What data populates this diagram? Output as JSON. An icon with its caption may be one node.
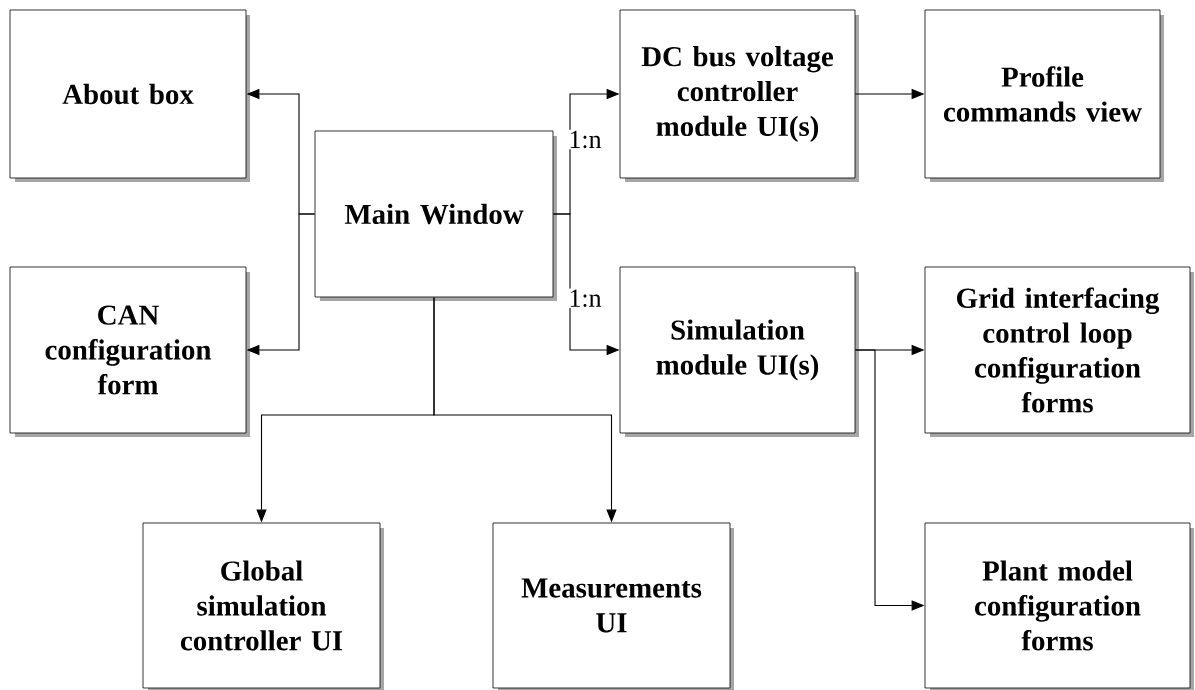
{
  "diagram": {
    "nodes": [
      {
        "text": [
          "About box"
        ]
      },
      {
        "text": [
          "CAN configuration form"
        ]
      },
      {
        "text": [
          "Main Window"
        ]
      },
      {
        "text": [
          "DC bus voltage controller module UI(s)"
        ]
      },
      {
        "text": [
          "Profile commands view"
        ]
      },
      {
        "text": [
          "Simulation module UI(s)"
        ]
      },
      {
        "text": [
          "Grid interfacing control loop configuration forms"
        ]
      },
      {
        "text": [
          "Global simulation controller UI"
        ]
      },
      {
        "text": [
          "Measurements UI"
        ]
      },
      {
        "text": [
          "Plant model configuration forms"
        ]
      }
    ],
    "edges": [
      {
        "from": 2,
        "to": 0,
        "arrow": "to"
      },
      {
        "from": 2,
        "to": 1,
        "arrow": "to"
      },
      {
        "from": 2,
        "to": 3,
        "arrow": "to",
        "label": "1:n"
      },
      {
        "from": 2,
        "to": 5,
        "arrow": "to",
        "label": "1:n"
      },
      {
        "from": 3,
        "to": 4,
        "arrow": "to"
      },
      {
        "from": 5,
        "to": 6,
        "arrow": "to"
      },
      {
        "from": 5,
        "to": 9,
        "arrow": "to"
      },
      {
        "from": 2,
        "to": 7,
        "arrow": "to"
      },
      {
        "from": 2,
        "to": 8,
        "arrow": "to"
      }
    ]
  }
}
